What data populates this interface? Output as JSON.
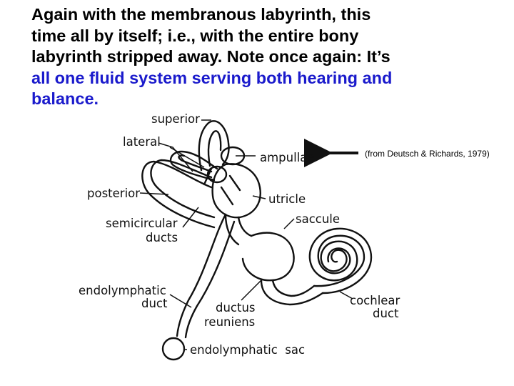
{
  "caption": {
    "line1": "Again with the membranous labyrinth, this",
    "line2": "time all by itself; i.e., with the entire bony",
    "line3": "labyrinth stripped away. Note once again: It’s",
    "line4": "all one fluid system serving both hearing and",
    "line5": "balance."
  },
  "credit": "(from Deutsch & Richards, 1979)",
  "labels": {
    "superior": "superior",
    "lateral": "lateral",
    "ampullae": "ampullae",
    "posterior": "posterior",
    "utricle": "utricle",
    "semicircular_1": "semicircular",
    "semicircular_2": "ducts",
    "saccule": "saccule",
    "endolymphatic_duct_1": "endolymphatic",
    "endolymphatic_duct_2": "duct",
    "ductus_reuniens_1": "ductus",
    "ductus_reuniens_2": "reuniens",
    "cochlear_duct_1": "cochlear",
    "cochlear_duct_2": "duct",
    "endolymphatic_sac": "endolymphatic  sac"
  },
  "colors": {
    "caption_text": "#000000",
    "caption_highlight": "#1a1acc",
    "drawing": "#111111"
  }
}
